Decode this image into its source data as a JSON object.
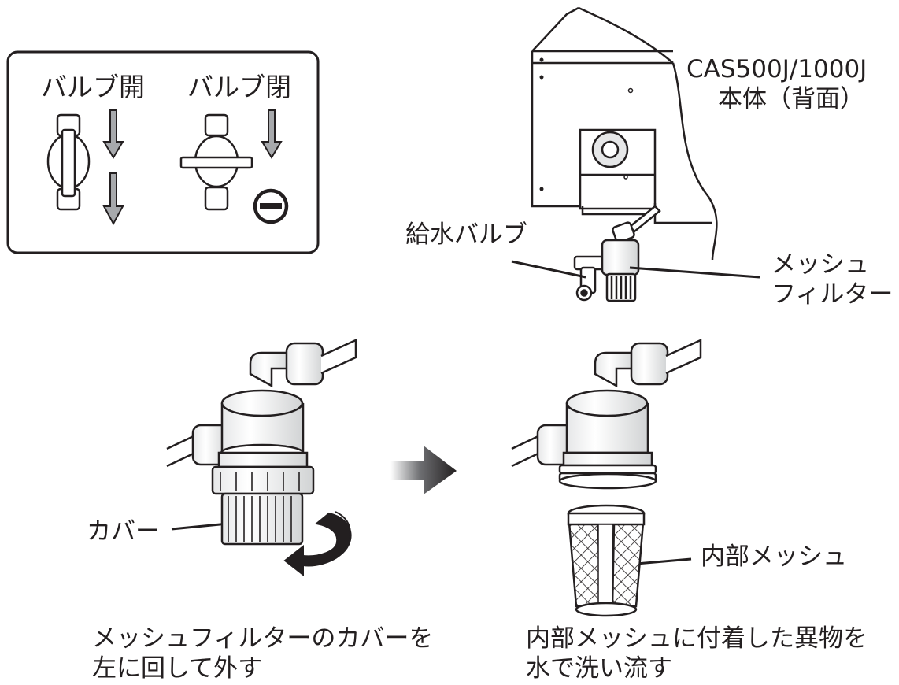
{
  "valve_legend": {
    "open_label": "バルブ開",
    "closed_label": "バルブ閉"
  },
  "machine": {
    "model_label": "CAS500J/1000J",
    "rear_label": "本体（背面）",
    "valve_label": "給水バルブ",
    "filter_label_line1": "メッシュ",
    "filter_label_line2": "フィルター"
  },
  "step_left": {
    "cover_label": "カバー",
    "caption_line1": "メッシュフィルターのカバーを",
    "caption_line2": "左に回して外す"
  },
  "step_right": {
    "mesh_label": "内部メッシュ",
    "caption_line1": "内部メッシュに付着した異物を",
    "caption_line2": "水で洗い流す"
  },
  "colors": {
    "line": "#231f20",
    "arrow_gray": "#a7a9ac",
    "flow_arrow": "#231f20"
  }
}
